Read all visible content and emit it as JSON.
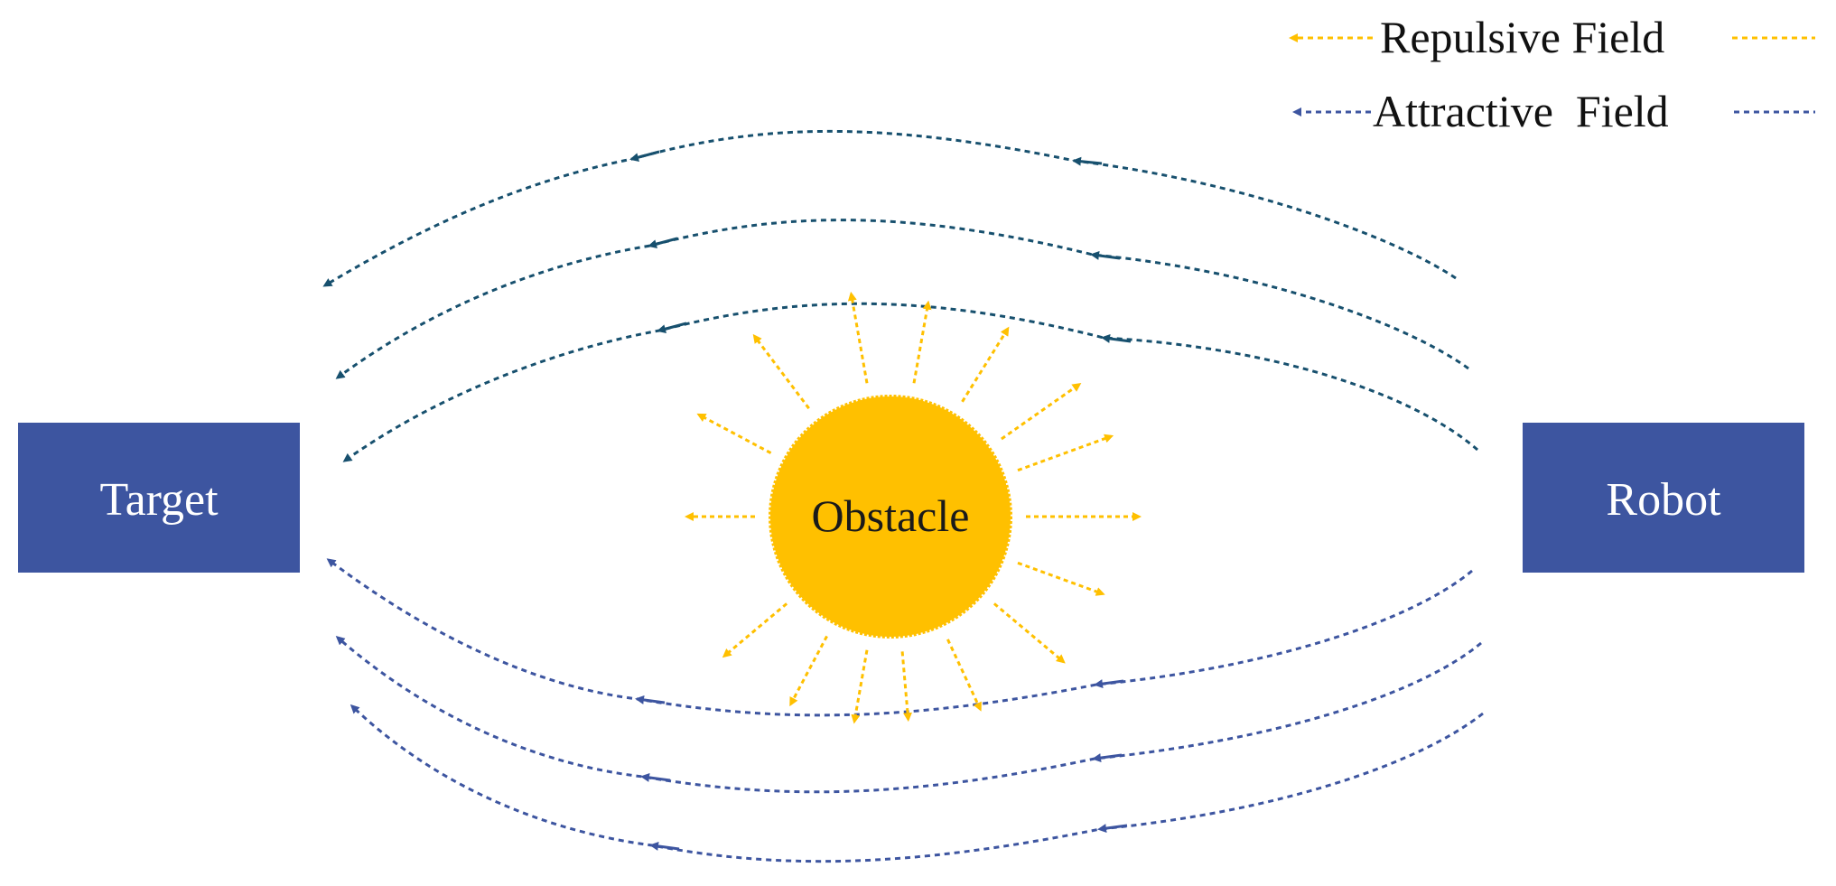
{
  "legend": {
    "repulsive_label": "Repulsive Field",
    "attractive_label": "Attractive  Field"
  },
  "nodes": {
    "target_label": "Target",
    "robot_label": "Robot",
    "obstacle_label": "Obstacle"
  },
  "colors": {
    "box_fill": "#3D55A0",
    "obstacle_fill": "#FFC000",
    "repulsive": "#FFC000",
    "attractive_upper": "#17506E",
    "attractive_lower": "#3D55A0"
  }
}
